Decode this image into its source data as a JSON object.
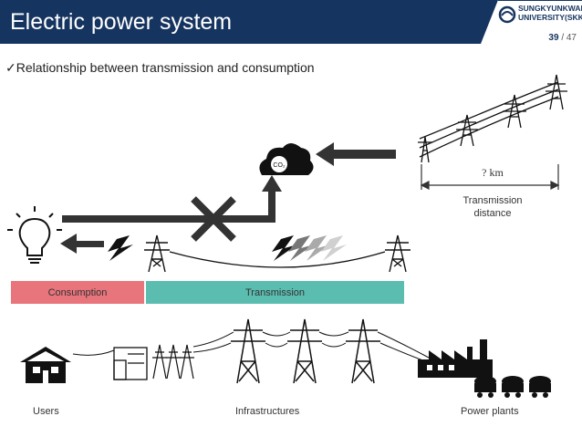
{
  "header": {
    "title": "Electric power system",
    "logo_line1": "SUNGKYUNKWAN",
    "logo_line2": "UNIVERSITY(SKKU)",
    "page_current": "39",
    "page_total": "/ 47",
    "bg_color": "#15345f"
  },
  "subtitle": "✓Relationship between transmission and consumption",
  "diagram": {
    "co2_label": "CO₂",
    "distance_value": "? km",
    "distance_caption_line1": "Transmission",
    "distance_caption_line2": "distance",
    "consumption_label": "Consumption",
    "transmission_label": "Transmission",
    "consumption_color": "#e8747c",
    "transmission_color": "#5bbcb0"
  },
  "bottom_labels": {
    "users": "Users",
    "infrastructures": "Infrastructures",
    "power_plants": "Power plants"
  }
}
